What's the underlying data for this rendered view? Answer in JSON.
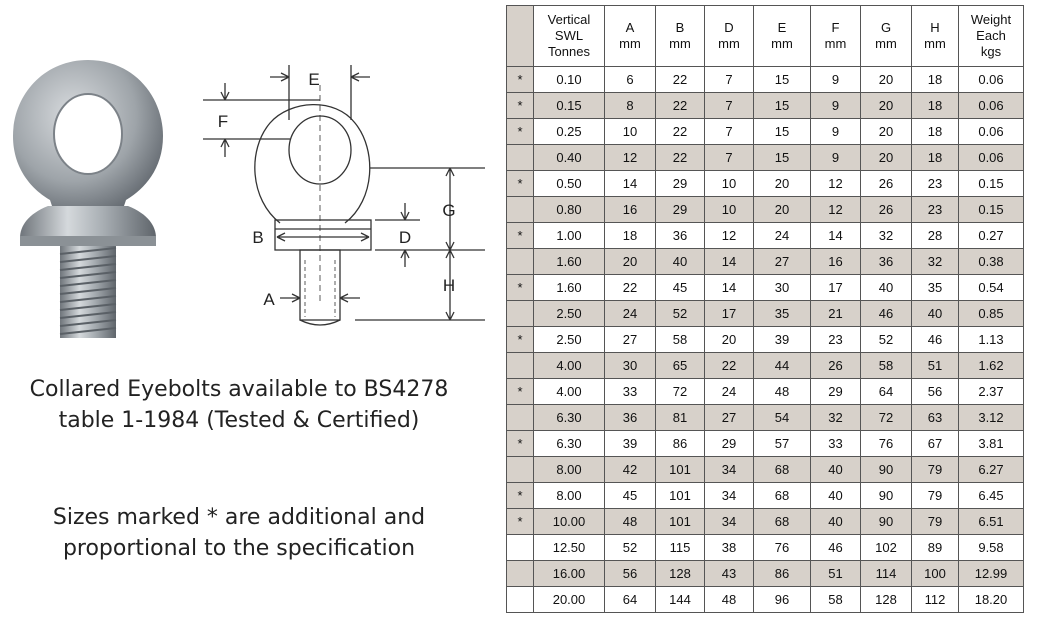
{
  "captions": {
    "line1": "Collared Eyebolts available to BS4278",
    "line2": "table 1-1984 (Tested & Certified)",
    "line3": "Sizes marked * are additional and",
    "line4": "proportional to the specification"
  },
  "diagram": {
    "labels": {
      "E": "E",
      "F": "F",
      "B": "B",
      "D": "D",
      "G": "G",
      "A": "A",
      "H": "H"
    }
  },
  "table": {
    "headers": {
      "swl": [
        "Vertical",
        "SWL",
        "Tonnes"
      ],
      "a": [
        "A",
        "mm"
      ],
      "b": [
        "B",
        "mm"
      ],
      "d": [
        "D",
        "mm"
      ],
      "e": [
        "E",
        "mm"
      ],
      "f": [
        "F",
        "mm"
      ],
      "g": [
        "G",
        "mm"
      ],
      "h": [
        "H",
        "mm"
      ],
      "weight": [
        "Weight",
        "Each",
        "kgs"
      ]
    },
    "rows": [
      {
        "mark": "*",
        "swl": "0.10",
        "a": "6",
        "b": "22",
        "d": "7",
        "e": "15",
        "f": "9",
        "g": "20",
        "h": "18",
        "w": "0.06"
      },
      {
        "mark": "*",
        "swl": "0.15",
        "a": "8",
        "b": "22",
        "d": "7",
        "e": "15",
        "f": "9",
        "g": "20",
        "h": "18",
        "w": "0.06"
      },
      {
        "mark": "*",
        "swl": "0.25",
        "a": "10",
        "b": "22",
        "d": "7",
        "e": "15",
        "f": "9",
        "g": "20",
        "h": "18",
        "w": "0.06"
      },
      {
        "mark": "",
        "swl": "0.40",
        "a": "12",
        "b": "22",
        "d": "7",
        "e": "15",
        "f": "9",
        "g": "20",
        "h": "18",
        "w": "0.06"
      },
      {
        "mark": "*",
        "swl": "0.50",
        "a": "14",
        "b": "29",
        "d": "10",
        "e": "20",
        "f": "12",
        "g": "26",
        "h": "23",
        "w": "0.15"
      },
      {
        "mark": "",
        "swl": "0.80",
        "a": "16",
        "b": "29",
        "d": "10",
        "e": "20",
        "f": "12",
        "g": "26",
        "h": "23",
        "w": "0.15"
      },
      {
        "mark": "*",
        "swl": "1.00",
        "a": "18",
        "b": "36",
        "d": "12",
        "e": "24",
        "f": "14",
        "g": "32",
        "h": "28",
        "w": "0.27"
      },
      {
        "mark": "",
        "swl": "1.60",
        "a": "20",
        "b": "40",
        "d": "14",
        "e": "27",
        "f": "16",
        "g": "36",
        "h": "32",
        "w": "0.38"
      },
      {
        "mark": "*",
        "swl": "1.60",
        "a": "22",
        "b": "45",
        "d": "14",
        "e": "30",
        "f": "17",
        "g": "40",
        "h": "35",
        "w": "0.54"
      },
      {
        "mark": "",
        "swl": "2.50",
        "a": "24",
        "b": "52",
        "d": "17",
        "e": "35",
        "f": "21",
        "g": "46",
        "h": "40",
        "w": "0.85"
      },
      {
        "mark": "*",
        "swl": "2.50",
        "a": "27",
        "b": "58",
        "d": "20",
        "e": "39",
        "f": "23",
        "g": "52",
        "h": "46",
        "w": "1.13"
      },
      {
        "mark": "",
        "swl": "4.00",
        "a": "30",
        "b": "65",
        "d": "22",
        "e": "44",
        "f": "26",
        "g": "58",
        "h": "51",
        "w": "1.62"
      },
      {
        "mark": "*",
        "swl": "4.00",
        "a": "33",
        "b": "72",
        "d": "24",
        "e": "48",
        "f": "29",
        "g": "64",
        "h": "56",
        "w": "2.37"
      },
      {
        "mark": "",
        "swl": "6.30",
        "a": "36",
        "b": "81",
        "d": "27",
        "e": "54",
        "f": "32",
        "g": "72",
        "h": "63",
        "w": "3.12"
      },
      {
        "mark": "*",
        "swl": "6.30",
        "a": "39",
        "b": "86",
        "d": "29",
        "e": "57",
        "f": "33",
        "g": "76",
        "h": "67",
        "w": "3.81"
      },
      {
        "mark": "",
        "swl": "8.00",
        "a": "42",
        "b": "101",
        "d": "34",
        "e": "68",
        "f": "40",
        "g": "90",
        "h": "79",
        "w": "6.27"
      },
      {
        "mark": "*",
        "swl": "8.00",
        "a": "45",
        "b": "101",
        "d": "34",
        "e": "68",
        "f": "40",
        "g": "90",
        "h": "79",
        "w": "6.45"
      },
      {
        "mark": "*",
        "swl": "10.00",
        "a": "48",
        "b": "101",
        "d": "34",
        "e": "68",
        "f": "40",
        "g": "90",
        "h": "79",
        "w": "6.51"
      },
      {
        "mark": "",
        "swl": "12.50",
        "a": "52",
        "b": "115",
        "d": "38",
        "e": "76",
        "f": "46",
        "g": "102",
        "h": "89",
        "w": "9.58"
      },
      {
        "mark": "",
        "swl": "16.00",
        "a": "56",
        "b": "128",
        "d": "43",
        "e": "86",
        "f": "51",
        "g": "114",
        "h": "100",
        "w": "12.99"
      },
      {
        "mark": "",
        "swl": "20.00",
        "a": "64",
        "b": "144",
        "d": "48",
        "e": "96",
        "f": "58",
        "g": "128",
        "h": "112",
        "w": "18.20"
      }
    ]
  },
  "colors": {
    "shade": "#d7d1ca",
    "border": "#555555",
    "metal": "#a9aeb3"
  }
}
